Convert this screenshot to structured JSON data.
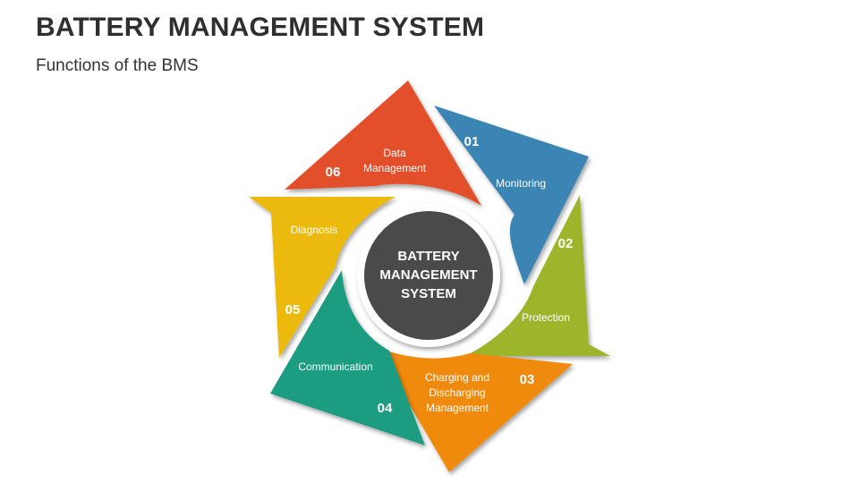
{
  "title": "BATTERY MANAGEMENT SYSTEM",
  "subtitle": "Functions of the BMS",
  "center": {
    "lines": [
      "BATTERY",
      "MANAGEMENT",
      "SYSTEM"
    ]
  },
  "segments": [
    {
      "number": "01",
      "label_lines": [
        "Monitoring"
      ],
      "color": "#3b85b4"
    },
    {
      "number": "02",
      "label_lines": [
        "Protection"
      ],
      "color": "#9db52a"
    },
    {
      "number": "03",
      "label_lines": [
        "Charging and",
        "Discharging",
        "Management"
      ],
      "color": "#f08a0c"
    },
    {
      "number": "04",
      "label_lines": [
        "Communication"
      ],
      "color": "#1f9c80"
    },
    {
      "number": "05",
      "label_lines": [
        "Diagnosis"
      ],
      "color": "#ecba0f"
    },
    {
      "number": "06",
      "label_lines": [
        "Data",
        "Management"
      ],
      "color": "#e2502a"
    }
  ],
  "center_color": "#4a4a4a"
}
